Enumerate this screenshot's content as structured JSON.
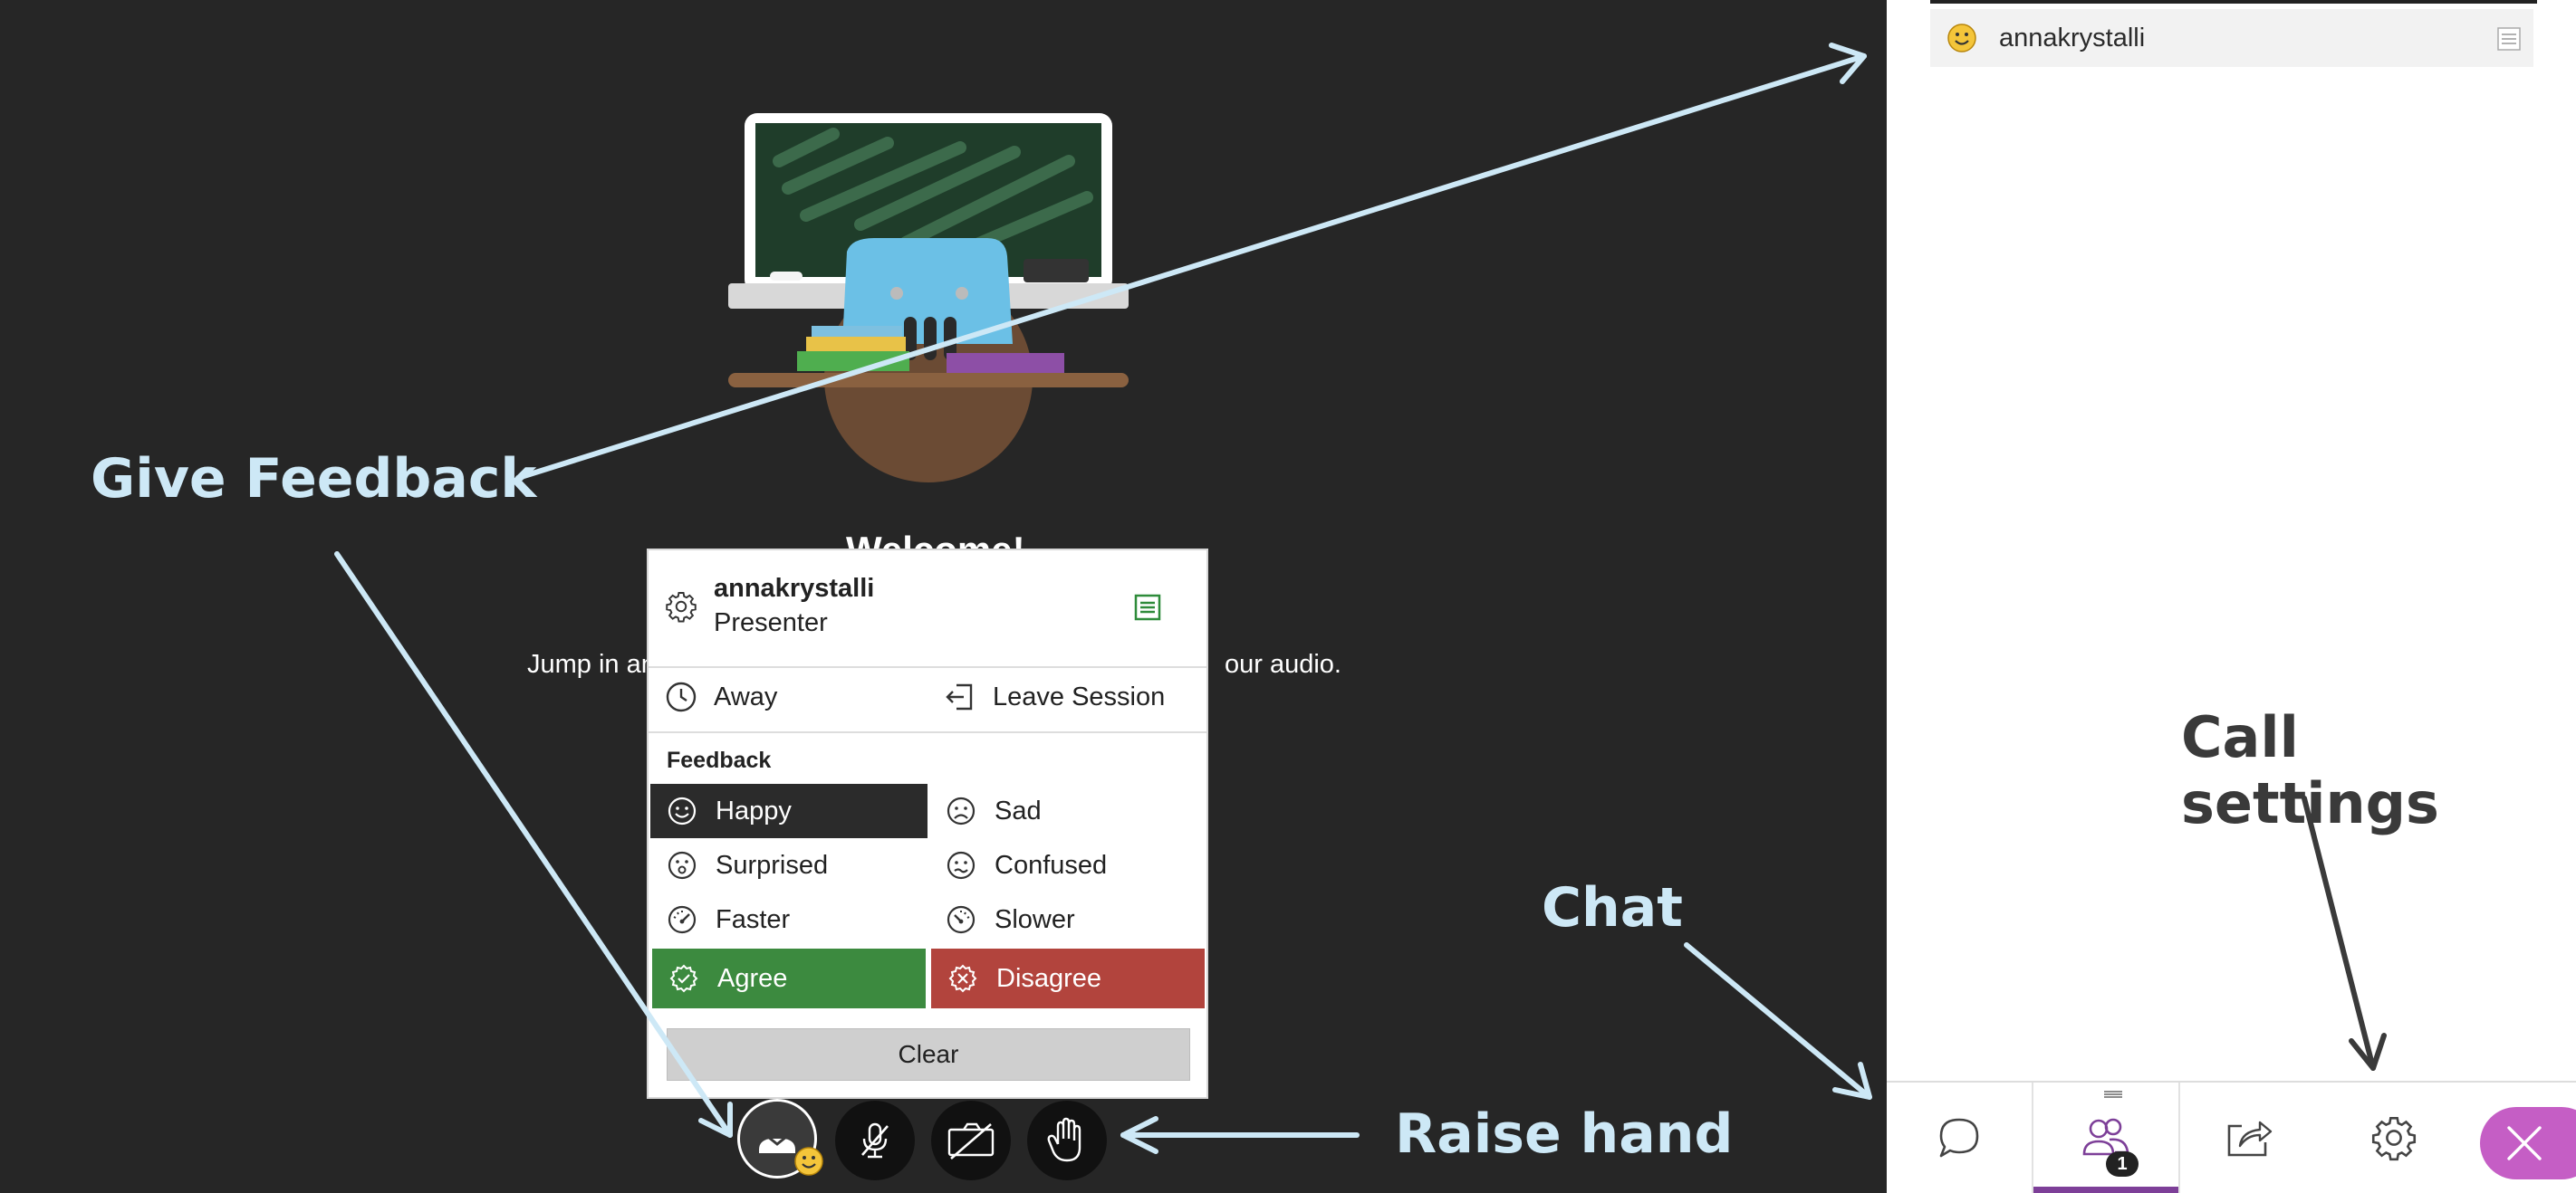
{
  "participants_panel": {
    "participants": [
      {
        "name": "annakrystalli",
        "status_icon": "smiley-icon"
      }
    ]
  },
  "bottom_tabs": [
    {
      "id": "chat",
      "icon": "chat-bubble-icon"
    },
    {
      "id": "attendees",
      "icon": "attendees-icon",
      "badge": "1",
      "active": true
    },
    {
      "id": "share",
      "icon": "share-content-icon"
    },
    {
      "id": "settings",
      "icon": "gear-icon"
    },
    {
      "id": "close",
      "icon": "close-icon"
    }
  ],
  "welcome": {
    "title": "Welcome!",
    "subtitle_left": "Jump in an",
    "subtitle_right": "our audio."
  },
  "status_menu": {
    "username": "annakrystalli",
    "role": "Presenter",
    "away_label": "Away",
    "leave_label": "Leave Session",
    "feedback_heading": "Feedback",
    "options": {
      "happy": "Happy",
      "sad": "Sad",
      "surprised": "Surprised",
      "confused": "Confused",
      "faster": "Faster",
      "slower": "Slower",
      "agree": "Agree",
      "disagree": "Disagree"
    },
    "selected": "Happy",
    "clear_label": "Clear"
  },
  "session_controls": [
    {
      "id": "my-status",
      "icon": "avatar-icon"
    },
    {
      "id": "microphone",
      "icon": "microphone-muted-icon"
    },
    {
      "id": "camera",
      "icon": "camera-off-icon"
    },
    {
      "id": "raise-hand",
      "icon": "hand-icon"
    }
  ],
  "annotations": {
    "give_feedback": "Give Feedback",
    "chat": "Chat",
    "raise_hand": "Raise hand",
    "call_settings": "Call settings"
  },
  "colors": {
    "stage_bg": "#262626",
    "accent_purple": "#7d3f98",
    "close_pink": "#c55ec5",
    "agree_green": "#3c8a3f",
    "disagree_red": "#b2443d",
    "annotation_blue": "#cde8f6"
  }
}
